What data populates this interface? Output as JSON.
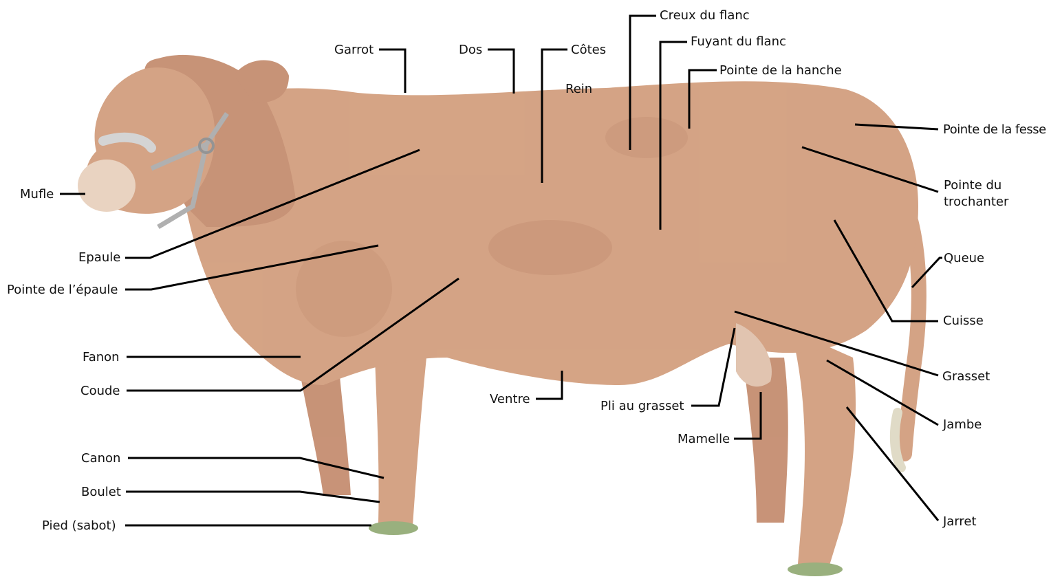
{
  "colors": {
    "background": "#ffffff",
    "hide": "#c98a63",
    "hide_dark": "#a5623f",
    "hoof_grass": "#7d9a5a",
    "halter": "#9a9a9a",
    "leader_line": "#000000",
    "label_text": "#111111"
  },
  "labels": {
    "mufle": "Mufle",
    "epaule": "Epaule",
    "pointe_epaule": "Pointe de l’épaule",
    "fanon": "Fanon",
    "coude": "Coude",
    "canon": "Canon",
    "boulet": "Boulet",
    "pied": "Pied (sabot)",
    "garrot": "Garrot",
    "dos": "Dos",
    "cotes": "Côtes",
    "rein": "Rein",
    "creux_flanc": "Creux du flanc",
    "fuyant_flanc": "Fuyant du flanc",
    "pointe_hanche": "Pointe de la hanche",
    "pointe_fesse": "Pointe de la fesse",
    "pointe_trochanter": "Pointe du\ntrochanter",
    "queue": "Queue",
    "cuisse": "Cuisse",
    "grasset": "Grasset",
    "jambe": "Jambe",
    "jarret": "Jarret",
    "ventre": "Ventre",
    "pli_grasset": "Pli au grasset",
    "mamelle": "Mamelle"
  },
  "icons": {
    "cow": "cow-illustration"
  }
}
